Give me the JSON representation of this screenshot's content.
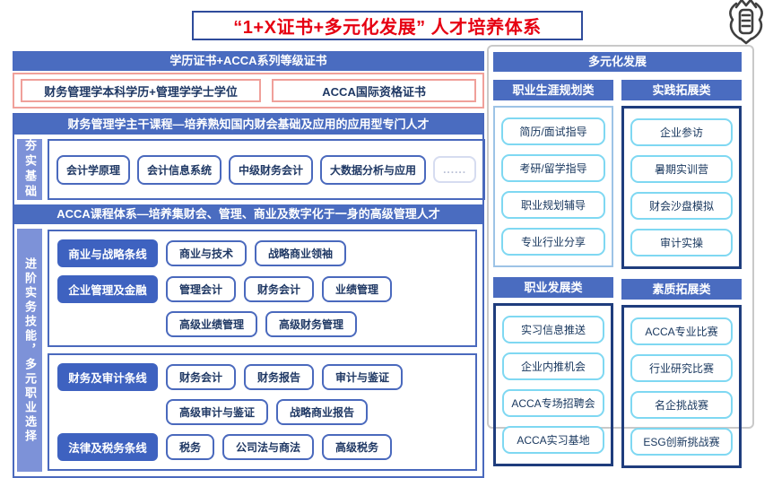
{
  "title": "“1+X证书+多元化发展” 人才培养体系",
  "colors": {
    "header_blue": "#4a6cc0",
    "track_tag_blue": "#3e62c0",
    "vertical_label_blue": "#7d92d8",
    "pill_border_blue": "#4a69bd",
    "text_navy": "#1f3864",
    "cert_border_pink": "#f0a09a",
    "title_red": "#e60012",
    "title_border_navy": "#2e4b9b",
    "right_pill_cyan": "#7fd8f2",
    "group_border_navy": "#1f3d7d",
    "group_border_light": "#9dc3e6",
    "panel_border_gray": "#c9c9c9",
    "seal_gray": "#3f3f3f"
  },
  "left_panel": {
    "cert_header": "学历证书+ACCA系列等级证书",
    "cert_boxes": [
      "财务管理学本科学历+管理学学士学位",
      "ACCA国际资格证书"
    ],
    "major_header": "财务管理学主干课程—培养熟知国内财会基础及应用的应用型专门人才",
    "foundation": {
      "label": "夯实基础",
      "courses": [
        "会计学原理",
        "会计信息系统",
        "中级财务会计",
        "大数据分析与应用",
        "......"
      ]
    },
    "acca_header": "ACCA课程体系—培养集财会、管理、商业及数字化于一身的高级管理人才",
    "advanced": {
      "label": "进阶实务技能，多元职业选择",
      "groups": [
        {
          "rows": [
            {
              "label": "商业与战略条线",
              "courses": [
                "商业与技术",
                "战略商业领袖"
              ]
            },
            {
              "label": "企业管理及金融",
              "courses": [
                "管理会计",
                "财务会计",
                "业绩管理"
              ]
            },
            {
              "label": "",
              "courses": [
                "高级业绩管理",
                "高级财务管理"
              ]
            }
          ]
        },
        {
          "rows": [
            {
              "label": "财务及审计条线",
              "courses": [
                "财务会计",
                "财务报告",
                "审计与鉴证"
              ]
            },
            {
              "label": "",
              "courses": [
                "高级审计与鉴证",
                "战略商业报告"
              ]
            },
            {
              "label": "法律及税务条线",
              "courses": [
                "税务",
                "公司法与商法",
                "高级税务"
              ]
            }
          ]
        }
      ]
    }
  },
  "right_panel": {
    "header": "多元化发展",
    "categories": [
      {
        "title": "职业生涯规划类",
        "border": "light",
        "items": [
          "简历/面试指导",
          "考研/留学指导",
          "职业规划辅导",
          "专业行业分享"
        ]
      },
      {
        "title": "实践拓展类",
        "border": "dark",
        "items": [
          "企业参访",
          "暑期实训营",
          "财会沙盘模拟",
          "审计实操"
        ]
      },
      {
        "title": "职业发展类",
        "border": "dark",
        "items": [
          "实习信息推送",
          "企业内推机会",
          "ACCA专场招聘会",
          "ACCA实习基地"
        ]
      },
      {
        "title": "素质拓展类",
        "border": "dark",
        "items": [
          "ACCA专业比赛",
          "行业研究比赛",
          "名企挑战赛",
          "ESG创新挑战赛"
        ]
      }
    ]
  }
}
